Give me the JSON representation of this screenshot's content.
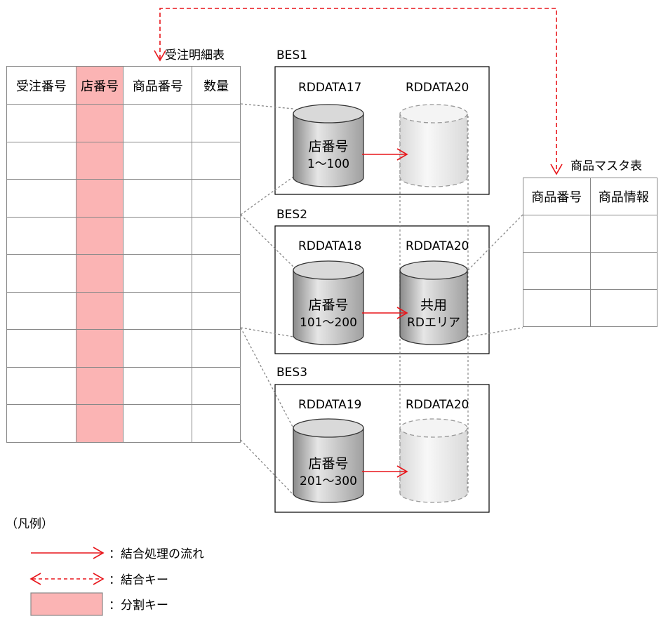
{
  "order_table": {
    "title": "受注明細表",
    "columns": [
      "受注番号",
      "店番号",
      "商品番号",
      "数量"
    ],
    "partition_column": "店番号",
    "row_count": 9
  },
  "product_table": {
    "title": "商品マスタ表",
    "columns": [
      "商品番号",
      "商品情報"
    ],
    "row_count": 3
  },
  "servers": [
    {
      "name": "BES1",
      "left_area": "RDDATA17",
      "right_area": "RDDATA20",
      "db_label": "店番号",
      "db_range": "1～100",
      "right_kind": "ghost"
    },
    {
      "name": "BES2",
      "left_area": "RDDATA18",
      "right_area": "RDDATA20",
      "db_label": "店番号",
      "db_range": "101～200",
      "right_kind": "shared",
      "shared_line1": "共用",
      "shared_line2": "RDエリア"
    },
    {
      "name": "BES3",
      "left_area": "RDDATA19",
      "right_area": "RDDATA20",
      "db_label": "店番号",
      "db_range": "201～300",
      "right_kind": "ghost"
    }
  ],
  "legend": {
    "title": "（凡例）",
    "items": [
      {
        "kind": "flow-arrow",
        "label": "：結合処理の流れ"
      },
      {
        "kind": "join-key",
        "label": "：結合キー"
      },
      {
        "kind": "partition-key",
        "label": "：分割キー"
      }
    ]
  },
  "colors": {
    "flow": "#e8161b",
    "partition_key": "#fbb4b4",
    "cylinder_fill": "#c4c4c4",
    "ghost_fill": "#ebebeb",
    "line": "#888888"
  }
}
